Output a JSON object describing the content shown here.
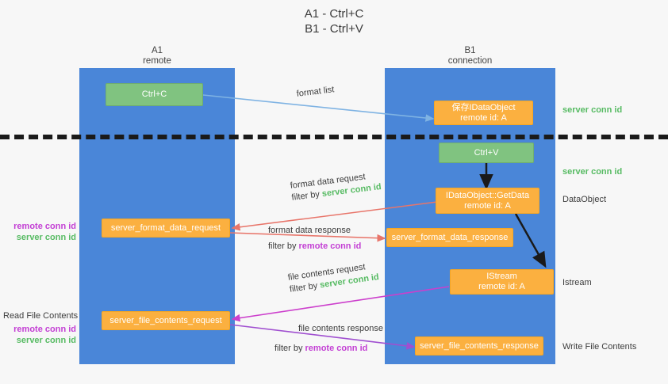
{
  "title": "A1 - Ctrl+C\nB1 - Ctrl+V",
  "lanes": [
    {
      "name": "A1",
      "sub": "remote"
    },
    {
      "name": "B1",
      "sub": "connection"
    }
  ],
  "nodes": {
    "ctrl_c": {
      "label": "Ctrl+C"
    },
    "ctrl_v": {
      "label": "Ctrl+V"
    },
    "store_dataobject": {
      "line1": "保存IDataObject",
      "line2": "remote id: A"
    },
    "getdata": {
      "line1": "IDataObject::GetData",
      "line2": "remote id: A"
    },
    "istream": {
      "line1": "IStream",
      "line2": "remote id: A"
    },
    "server_format_data_request": {
      "label": "server_format_data_request"
    },
    "server_format_data_response": {
      "label": "server_format_data_response"
    },
    "server_file_contents_request": {
      "label": "server_file_contents_request"
    },
    "server_file_contents_response": {
      "label": "server_file_contents_response"
    }
  },
  "edge_labels": {
    "format_list": "format list",
    "format_data_request": "format data request",
    "format_data_request_filter_prefix": "filter by ",
    "format_data_request_filter_key": "server conn id",
    "format_data_response": "format data response",
    "format_data_response_filter_prefix": "filter by ",
    "format_data_response_filter_key": "remote conn id",
    "file_contents_request": "file contents request",
    "file_contents_request_filter_prefix": "filter by ",
    "file_contents_request_filter_key": "server conn id",
    "file_contents_response": "file contents response",
    "file_contents_response_filter_prefix": "filter by ",
    "file_contents_response_filter_key": "remote conn id"
  },
  "right_annotations": [
    {
      "text": "server conn id",
      "kind": "green"
    },
    {
      "text": "server conn id",
      "kind": "green"
    },
    {
      "text": "DataObject",
      "kind": "dark"
    },
    {
      "text": "Istream",
      "kind": "dark"
    },
    {
      "text": "Write File Contents",
      "kind": "dark"
    }
  ],
  "left_annotations": {
    "block1": {
      "remote": "remote conn id",
      "server": "server conn id"
    },
    "block2": {
      "heading": "Read File Contents",
      "remote": "remote conn id",
      "server": "server conn id"
    }
  },
  "colors": {
    "lane": "#4a86d8",
    "green_box": "#80c380",
    "orange_box": "#fbb040",
    "green_text": "#57bb63",
    "purple_text": "#c33fd4",
    "arrow_blue": "#7fb3e3",
    "arrow_red": "#e8756a",
    "arrow_magenta": "#cc3fcc",
    "arrow_purple": "#a04fd0",
    "arrow_black": "#1a1a1a",
    "background": "#f7f7f7"
  }
}
